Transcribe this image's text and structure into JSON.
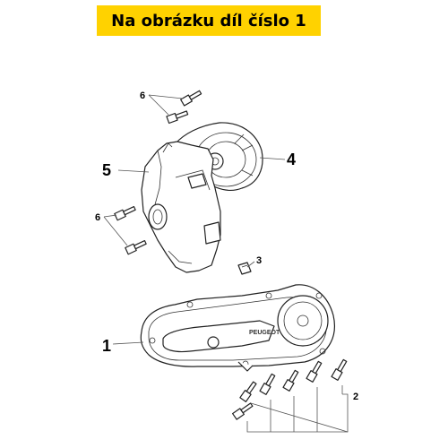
{
  "banner": {
    "text": "Na obrázku díl číslo 1",
    "color": "#ffd200"
  },
  "callouts": {
    "c1": "1",
    "c2": "2",
    "c3": "3",
    "c4": "4",
    "c5": "5",
    "c6a": "6",
    "c6b": "6"
  },
  "cover_logo": "PEUGEOT"
}
